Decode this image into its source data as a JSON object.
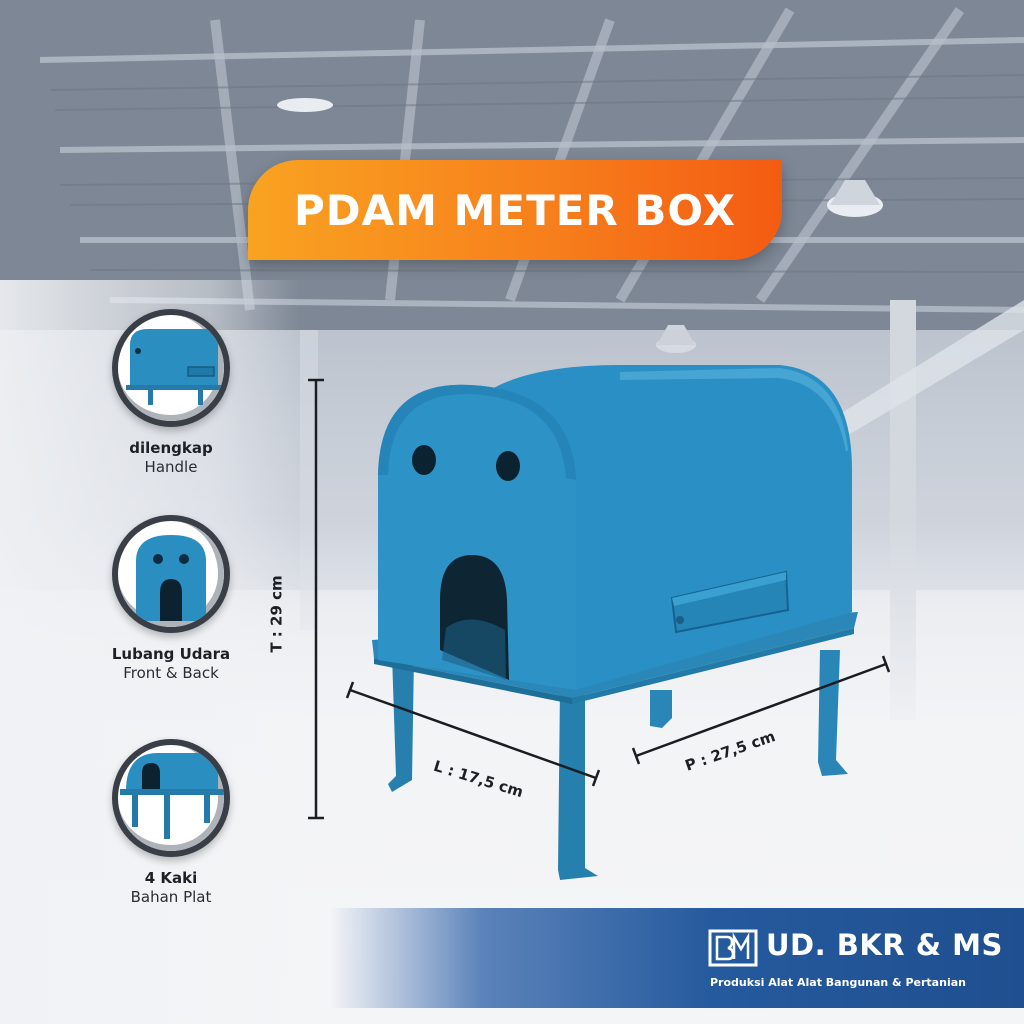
{
  "title": "PDAM METER BOX",
  "features": [
    {
      "title": "dilengkap",
      "subtitle": "Handle",
      "icon": "handle-thumbnail"
    },
    {
      "title": "Lubang Udara",
      "subtitle": "Front & Back",
      "icon": "air-hole-thumbnail"
    },
    {
      "title": "4 Kaki",
      "subtitle": "Bahan Plat",
      "icon": "four-legs-thumbnail"
    }
  ],
  "dimensions": {
    "height": "T : 29 cm",
    "width": "L : 17,5 cm",
    "length": "P : 27,5 cm"
  },
  "brand": {
    "logo_text": "BM",
    "name": "UD. BKR & MS",
    "tagline": "Produksi Alat Alat Bangunan & Pertanian"
  },
  "colors": {
    "box_blue": "#2b8ec0",
    "title_orange": "#f7801c",
    "brand_blue": "#255a9e"
  }
}
